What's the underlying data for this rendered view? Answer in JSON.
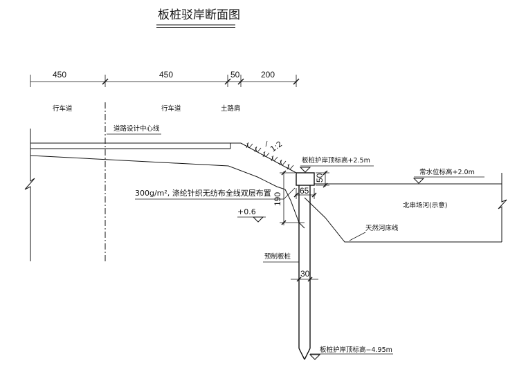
{
  "title": "板桩驳岸断面图",
  "dimensions": {
    "seg1": "450",
    "seg2": "450",
    "seg3": "50",
    "seg4": "200",
    "cap_height": "50",
    "cap_width": "65",
    "pile_width": "30",
    "fill_height": "190"
  },
  "labels": {
    "road_left": "行车道",
    "road_right": "行车道",
    "shoulder": "土路肩",
    "centerline": "道路设计中心线",
    "slope": "1:2",
    "cap_top": "板桩护岸顶标高+2.5m",
    "water_level": "常水位标高+2.0m",
    "geotextile": "300g/m², 涤纶针织无纺布全线双层布置",
    "bottom_level": "+0.6",
    "river": "北串场河(示意)",
    "riverbed": "天然河床线",
    "pile": "预制板桩",
    "pile_tip": "板桩护岸顶标高−4.95m"
  }
}
